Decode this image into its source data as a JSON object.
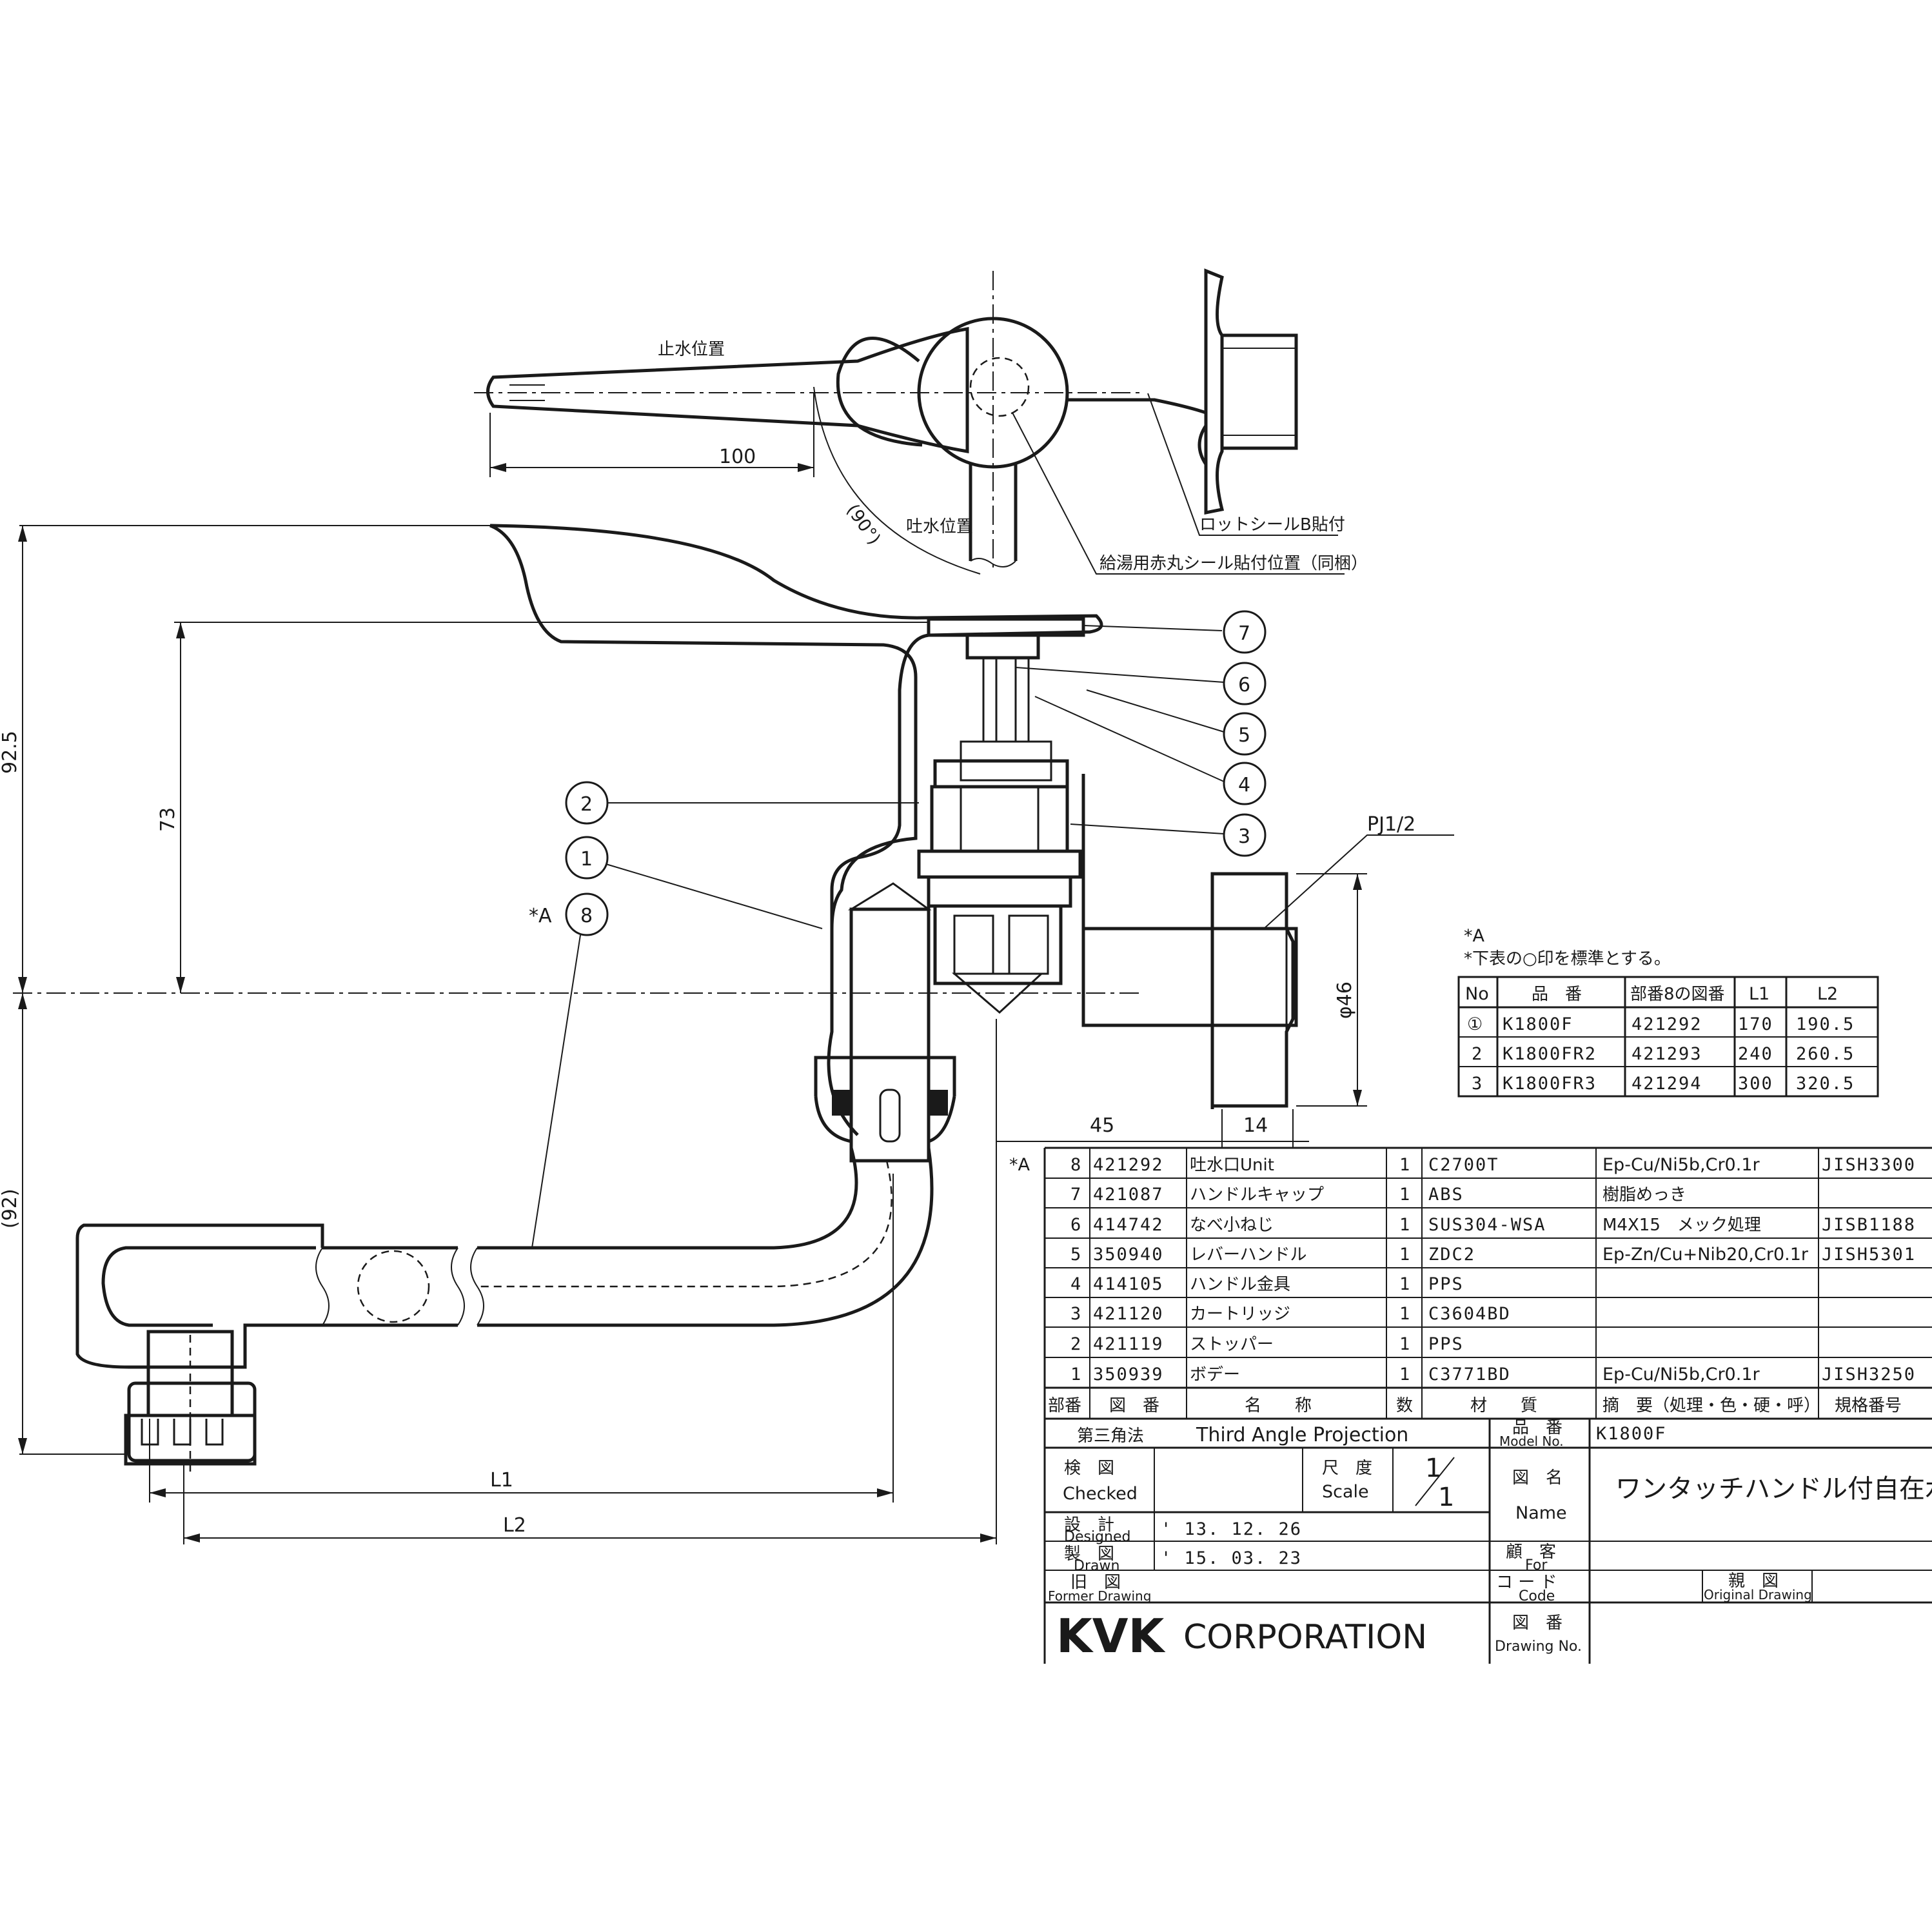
{
  "top_view": {
    "label_stop": "止水位置",
    "label_discharge": "吐水位置",
    "dim_100": "100",
    "angle": "(90°)",
    "note_seal_b": "ロットシールB貼付",
    "note_red_seal": "給湯用赤丸シール貼付位置（同梱）"
  },
  "side_view": {
    "dim_925": "92.5",
    "dim_73": "73",
    "dim_92": "(92)",
    "dim_45": "45",
    "dim_14": "14",
    "dim_phi46": "φ46",
    "dim_L1": "L1",
    "dim_L2": "L2",
    "thread": "PJ1/2",
    "star_a": "*A"
  },
  "balloons": [
    "1",
    "2",
    "3",
    "4",
    "5",
    "6",
    "7",
    "8"
  ],
  "variant_table": {
    "note1": "*A",
    "note2": "*下表の○印を標準とする。",
    "headers": [
      "No",
      "品　番",
      "部番8の図番",
      "L1",
      "L2"
    ],
    "rows": [
      [
        "①",
        "K1800F",
        "421292",
        "170",
        "190.5"
      ],
      [
        "2",
        "K1800FR2",
        "421293",
        "240",
        "260.5"
      ],
      [
        "3",
        "K1800FR3",
        "421294",
        "300",
        "320.5"
      ]
    ]
  },
  "parts_table": {
    "star_a": "*A",
    "rows": [
      [
        "8",
        "421292",
        "吐水口Unit",
        "1",
        "C2700T",
        "Ep-Cu/Ni5b,Cr0.1r",
        "JISH3300"
      ],
      [
        "7",
        "421087",
        "ハンドルキャップ",
        "1",
        "ABS",
        "樹脂めっき",
        ""
      ],
      [
        "6",
        "414742",
        "なべ小ねじ",
        "1",
        "SUS304-WSA",
        "M4X15　メック処理",
        "JISB1188"
      ],
      [
        "5",
        "350940",
        "レバーハンドル",
        "1",
        "ZDC2",
        "Ep-Zn/Cu+Nib20,Cr0.1r",
        "JISH5301"
      ],
      [
        "4",
        "414105",
        "ハンドル金具",
        "1",
        "PPS",
        "",
        ""
      ],
      [
        "3",
        "421120",
        "カートリッジ",
        "1",
        "C3604BD",
        "",
        ""
      ],
      [
        "2",
        "421119",
        "ストッパー",
        "1",
        "PPS",
        "",
        ""
      ],
      [
        "1",
        "350939",
        "ボデー",
        "1",
        "C3771BD",
        "Ep-Cu/Ni5b,Cr0.1r",
        "JISH3250"
      ]
    ],
    "headers": [
      "部番",
      "図　番",
      "名　　称",
      "数",
      "材　　質",
      "摘　要（処理・色・硬・呼）",
      "規格番号"
    ]
  },
  "title_block": {
    "projection_jp": "第三角法",
    "projection_en": "Third Angle Projection",
    "model_label_jp": "品　番",
    "model_label_en": "Model No.",
    "model": "K1800F",
    "checked_jp": "検　図",
    "checked_en": "Checked",
    "scale_jp": "尺　度",
    "scale_en": "Scale",
    "scale_num": "1",
    "scale_den": "1",
    "name_jp": "図　名",
    "name_en": "Name",
    "name_value": "ワンタッチハンドル付自在水栓",
    "designed_jp": "設　計",
    "designed_en": "Designed",
    "designed_date": "' 13. 12. 26",
    "drawn_jp": "製　図",
    "drawn_en": "Drawn",
    "drawn_date": "' 15. 03. 23",
    "for_jp": "顧　客",
    "for_en": "For",
    "former_jp": "旧　図",
    "former_en": "Former Drawing",
    "code_jp": "コ ー ド",
    "code_en": "Code",
    "original_jp": "親　図",
    "original_en": "Original Drawing",
    "company_logo": "KVK",
    "company": "CORPORATION",
    "drawing_no_jp": "図　番",
    "drawing_no_en": "Drawing No."
  }
}
